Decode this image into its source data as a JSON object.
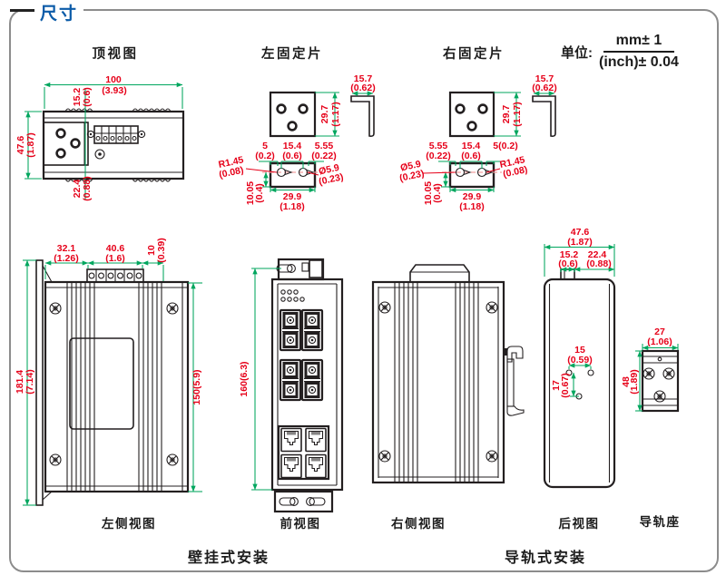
{
  "frame": {
    "title": "尺寸"
  },
  "units": {
    "label": "单位:",
    "numerator": "mm± 1",
    "denominator": "(inch)± 0.04"
  },
  "colors": {
    "dimension_text": "#e60019",
    "dimension_line": "#00a65e",
    "outline": "#231f20",
    "accent_blue": "#0b5ba8",
    "centerline_pink": "#f2a0a0",
    "frame_border": "#8c8c8c"
  },
  "views": {
    "top_view": {
      "title": "顶视图",
      "dims": {
        "width": {
          "mm": "100",
          "in": "(3.93)"
        },
        "offset_top": {
          "mm": "15.2",
          "in": "(0.6)"
        },
        "height": {
          "mm": "47.6",
          "in": "(1.87)"
        },
        "offset_bottom": {
          "mm": "22.4",
          "in": "(0.88)"
        }
      }
    },
    "left_clip": {
      "title": "左固定片",
      "dims": {
        "flange": {
          "mm": "15.7",
          "in": "(0.62)"
        },
        "plate_h": {
          "mm": "29.7",
          "in": "(1.17)"
        },
        "edge1": {
          "mm": "5",
          "in": "(0.2)"
        },
        "slot_span": {
          "mm": "15.4",
          "in": "(0.6)"
        },
        "edge2": {
          "mm": "5.55",
          "in": "(0.22)"
        },
        "radius": {
          "mm": "R1.45",
          "in": "(0.08)"
        },
        "slot_dia": {
          "mm": "Ø5.9",
          "in": "(0.23)"
        },
        "slot_depth": {
          "mm": "10.05",
          "in": "(0.4)"
        },
        "plate_w": {
          "mm": "29.9",
          "in": "(1.18)"
        }
      }
    },
    "right_clip": {
      "title": "右固定片",
      "dims": {
        "flange": {
          "mm": "15.7",
          "in": "(0.62)"
        },
        "plate_h": {
          "mm": "29.7",
          "in": "(1.17)"
        },
        "edge2": {
          "mm": "5.55",
          "in": "(0.22)"
        },
        "slot_span": {
          "mm": "15.4",
          "in": "(0.6)"
        },
        "edge1": {
          "mm": "5(0.2)"
        },
        "slot_dia": {
          "mm": "Ø5.9",
          "in": "(0.23)"
        },
        "radius": {
          "mm": "R1.45",
          "in": "(0.08)"
        },
        "slot_depth": {
          "mm": "10.05",
          "in": "(0.4)"
        },
        "plate_w": {
          "mm": "29.9",
          "in": "(1.18)"
        }
      }
    },
    "left_side": {
      "title": "左侧视图",
      "dims": {
        "seg1": {
          "mm": "32.1",
          "in": "(1.26)"
        },
        "seg2": {
          "mm": "40.6",
          "in": "(1.6)"
        },
        "seg3": {
          "mm": "10",
          "in": "(0.39)"
        },
        "overall_h": {
          "mm": "181.4",
          "in": "(7.14)"
        },
        "body_h": {
          "mm": "150(5.9)"
        }
      }
    },
    "front": {
      "title": "前视图",
      "dims": {
        "overall_h": {
          "mm": "160(6.3)"
        }
      }
    },
    "right_side": {
      "title": "右侧视图"
    },
    "rear": {
      "title": "后视图",
      "dims": {
        "width": {
          "mm": "47.6",
          "in": "(1.87)"
        },
        "notch": {
          "mm": "15.2",
          "in": "(0.6)"
        },
        "side": {
          "mm": "22.4",
          "in": "(0.88)"
        },
        "hole_span": {
          "mm": "15",
          "in": "(0.59)"
        },
        "hole_drop": {
          "mm": "17",
          "in": "(0.67)"
        }
      }
    },
    "rail_mount": {
      "title": "导轨座",
      "dims": {
        "width": {
          "mm": "27",
          "in": "(1.06)"
        },
        "height": {
          "mm": "48",
          "in": "(1.89)"
        }
      }
    }
  },
  "captions": {
    "wall_mount": "壁挂式安装",
    "rail_mount": "导轨式安装"
  }
}
